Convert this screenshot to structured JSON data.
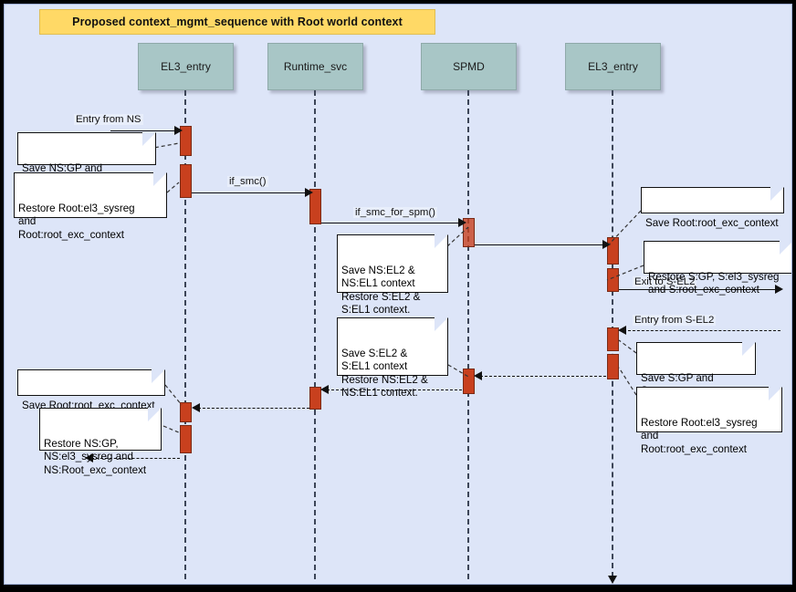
{
  "diagram": {
    "title": "Proposed context_mgmt_sequence with Root world context",
    "background_color": "#dde5f8",
    "title_bar_color": "#ffd966",
    "lifeline_head_color": "#a8c6c6",
    "activation_color": "#c8401e",
    "lifelines": [
      {
        "id": "el3_left",
        "label": "EL3_entry"
      },
      {
        "id": "runtime_svc",
        "label": "Runtime_svc"
      },
      {
        "id": "spmd",
        "label": "SPMD"
      },
      {
        "id": "el3_right",
        "label": "EL3_entry"
      }
    ],
    "messages": [
      {
        "id": "msg_entry_ns",
        "label": "Entry from NS"
      },
      {
        "id": "msg_if_smc",
        "label": "if_smc()"
      },
      {
        "id": "msg_if_smc_for_spm",
        "label": "if_smc_for_spm()"
      },
      {
        "id": "msg_exit_s_el2",
        "label": "Exit to S-EL2"
      },
      {
        "id": "msg_entry_s_el2",
        "label": "Entry from S-EL2"
      }
    ],
    "notes": [
      {
        "id": "note_save_ns_gp",
        "text": "Save NS:GP and\nNS:Root_exc_context"
      },
      {
        "id": "note_restore_root_el3_sysreg",
        "text": "Restore Root:el3_sysreg\nand\nRoot:root_exc_context"
      },
      {
        "id": "note_save_ns_el2",
        "text": "Save NS:EL2 &\nNS:EL1 context\nRestore S:EL2 &\nS:EL1 context."
      },
      {
        "id": "note_save_root_exc_right",
        "text": "Save Root:root_exc_context"
      },
      {
        "id": "note_restore_s_gp",
        "text": "Restore S:GP, S:el3_sysreg\nand S:root_exc_context"
      },
      {
        "id": "note_save_s_el2",
        "text": "Save S:EL2 &\nS:EL1 context\nRestore NS:EL2 &\nNS:EL1 context."
      },
      {
        "id": "note_save_s_gp",
        "text": "Save S:GP and\nS:root_exc_context"
      },
      {
        "id": "note_restore_root_el3_sysreg_right",
        "text": "Restore Root:el3_sysreg\nand\nRoot:root_exc_context"
      },
      {
        "id": "note_save_root_exc_left",
        "text": "Save Root:root_exc_context"
      },
      {
        "id": "note_restore_ns_gp",
        "text": "Restore NS:GP,\nNS:el3_sysreg and\nNS:Root_exc_context"
      }
    ]
  }
}
